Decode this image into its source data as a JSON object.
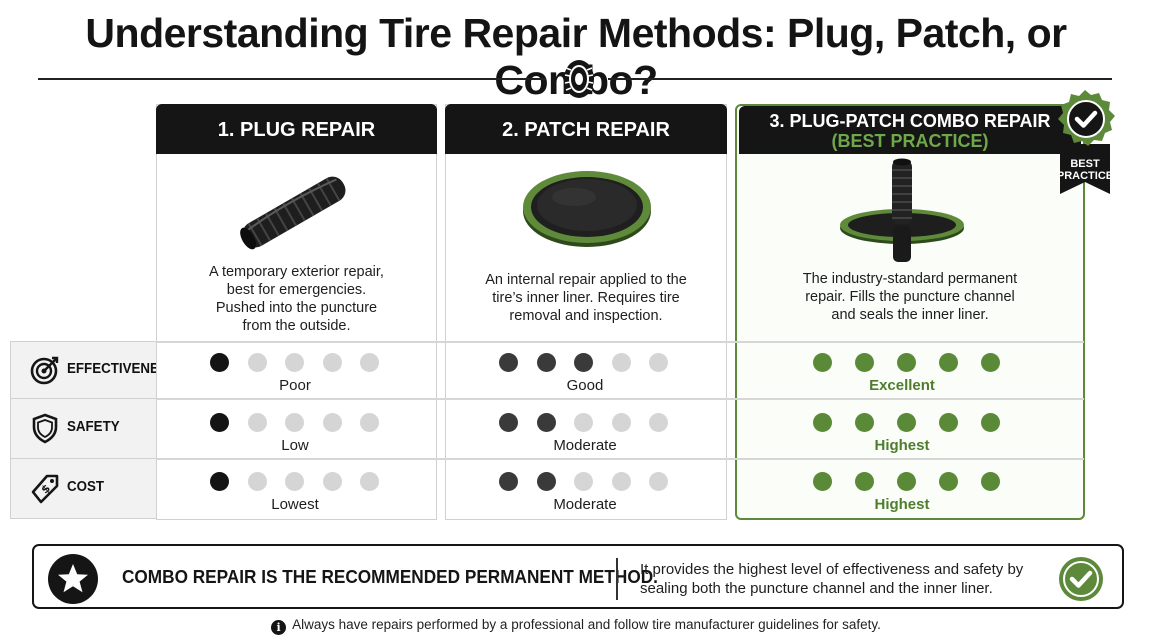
{
  "title": "Understanding Tire Repair Methods: Plug, Patch, or Combo?",
  "icons": {
    "header": "tire-icon",
    "effectiveness": "target-icon",
    "safety": "shield-icon",
    "cost": "price-tag-icon",
    "banner_left": "star-icon",
    "banner_right": "check-icon",
    "footer": "info-icon",
    "badge": "check-badge-icon"
  },
  "colors": {
    "dark": "#151515",
    "accent_green": "#5c8a3a",
    "dot_black": "#141414",
    "dot_dark": "#3a3a3a",
    "dot_empty": "#d5d5d5",
    "dot_green": "#5a8a38"
  },
  "badge": {
    "label_line1": "BEST",
    "label_line2": "PRACTICE"
  },
  "rows": [
    {
      "key": "effectiveness",
      "label": "EFFECTIVENESS"
    },
    {
      "key": "safety",
      "label": "SAFETY"
    },
    {
      "key": "cost",
      "label": "COST"
    }
  ],
  "columns": [
    {
      "heading": "1. PLUG REPAIR",
      "image": "tire-plug-illustration",
      "description": [
        "A temporary exterior repair,",
        "best for emergencies.",
        "Pushed into the puncture",
        "from the outside."
      ],
      "ratings": [
        {
          "filled": 1,
          "of": 5,
          "label": "Poor"
        },
        {
          "filled": 1,
          "of": 5,
          "label": "Low"
        },
        {
          "filled": 1,
          "of": 5,
          "label": "Lowest"
        }
      ]
    },
    {
      "heading": "2. PATCH REPAIR",
      "image": "tire-patch-illustration",
      "description": [
        "An internal repair applied to the",
        "tire’s inner liner.  Requires tire",
        "removal and inspection."
      ],
      "ratings": [
        {
          "filled": 3,
          "of": 5,
          "label": "Good"
        },
        {
          "filled": 2,
          "of": 5,
          "label": "Moderate"
        },
        {
          "filled": 2,
          "of": 5,
          "label": "Moderate"
        }
      ]
    },
    {
      "heading": "3. PLUG-PATCH COMBO REPAIR",
      "heading_sub": "(BEST PRACTICE)",
      "image": "plug-patch-combo-illustration",
      "description": [
        "The industry-standard permanent",
        "repair. Fills the puncture channel",
        "and seals the inner liner."
      ],
      "ratings": [
        {
          "filled": 5,
          "of": 5,
          "label": "Excellent"
        },
        {
          "filled": 5,
          "of": 5,
          "label": "Highest"
        },
        {
          "filled": 5,
          "of": 5,
          "label": "Highest"
        }
      ]
    }
  ],
  "banner": {
    "main": "COMBO REPAIR IS THE RECOMMENDED PERMANENT METHOD.",
    "sub_line1": "It provides the highest level of effectiveness and safety by",
    "sub_line2": "sealing both the puncture channel and the inner liner."
  },
  "footer": {
    "note": "Always have repairs performed by a professional and follow tire manufacturer guidelines for safety."
  }
}
